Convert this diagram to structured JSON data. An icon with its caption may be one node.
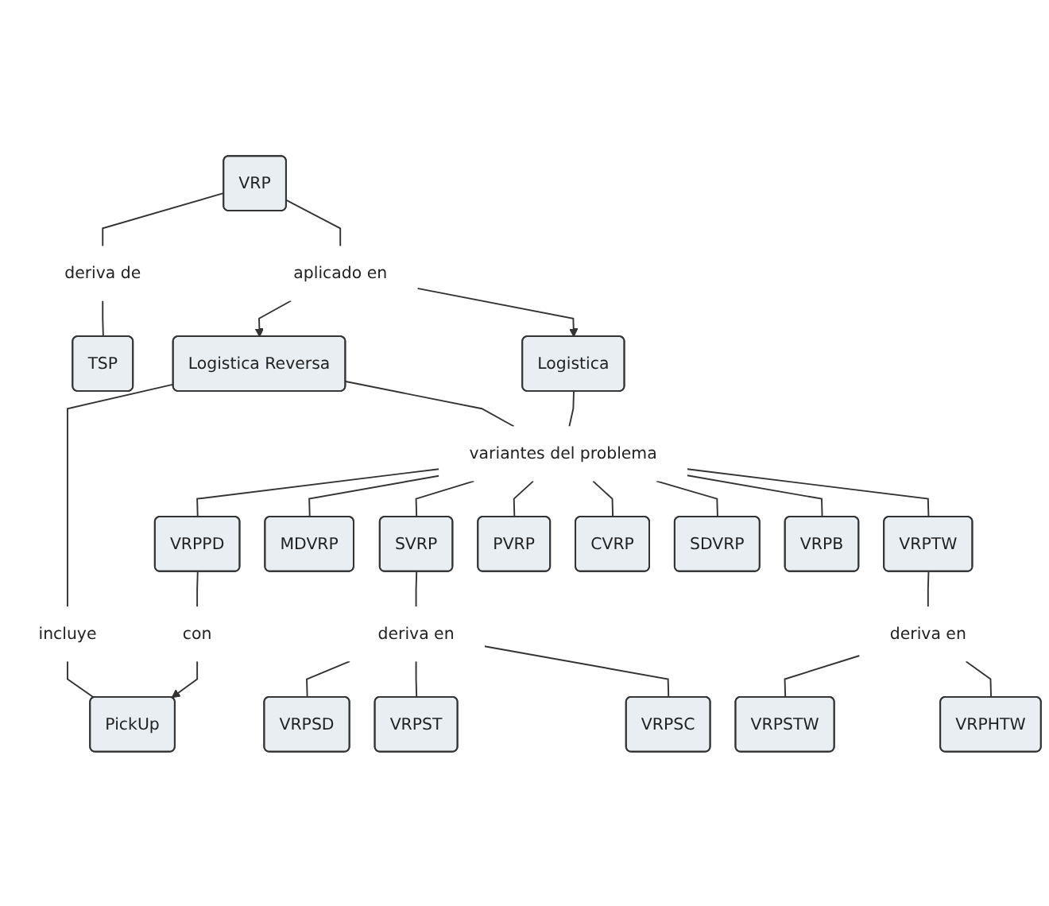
{
  "diagram": {
    "nodes": [
      {
        "text": [
          "VRP"
        ]
      },
      {
        "text": [
          "deriva de"
        ]
      },
      {
        "text": [
          "TSP"
        ]
      },
      {
        "text": [
          "aplicado en"
        ]
      },
      {
        "text": [
          "Logistica Reversa"
        ]
      },
      {
        "text": [
          "Logistica"
        ]
      },
      {
        "text": [
          "incluye"
        ]
      },
      {
        "text": [
          "variantes del problema"
        ]
      },
      {
        "text": [
          "PickUp"
        ]
      },
      {
        "text": [
          "con"
        ]
      },
      {
        "text": [
          "VRPPD"
        ]
      },
      {
        "text": [
          "SVRP"
        ]
      },
      {
        "text": [
          "MDVRP"
        ]
      },
      {
        "text": [
          "VRPTW"
        ]
      },
      {
        "text": [
          "PVRP"
        ]
      },
      {
        "text": [
          "CVRP"
        ]
      },
      {
        "text": [
          "SDVRP"
        ]
      },
      {
        "text": [
          "VRPB"
        ]
      },
      {
        "text": [
          "deriva en"
        ]
      },
      {
        "text": [
          "deriva en"
        ]
      },
      {
        "text": [
          "VRPSD"
        ]
      },
      {
        "text": [
          "VRPST"
        ]
      },
      {
        "text": [
          "VRPSTW"
        ]
      },
      {
        "text": [
          "VRPHTW"
        ]
      },
      {
        "text": [
          "VRPSC"
        ]
      }
    ],
    "edges": [
      {
        "from": 0,
        "to": 1,
        "arrow": "none"
      },
      {
        "from": 1,
        "to": 2,
        "arrow": "none"
      },
      {
        "from": 0,
        "to": 3,
        "arrow": "none"
      },
      {
        "from": 3,
        "to": 4,
        "arrow": "to"
      },
      {
        "from": 3,
        "to": 5,
        "arrow": "to"
      },
      {
        "from": 4,
        "to": 6,
        "arrow": "none"
      },
      {
        "from": 4,
        "to": 7,
        "arrow": "none"
      },
      {
        "from": 5,
        "to": 7,
        "arrow": "none"
      },
      {
        "from": 6,
        "to": 8,
        "arrow": "none"
      },
      {
        "from": 10,
        "to": 9,
        "arrow": "none"
      },
      {
        "from": 9,
        "to": 8,
        "arrow": "to"
      },
      {
        "from": 7,
        "to": 10,
        "arrow": "none"
      },
      {
        "from": 7,
        "to": 11,
        "arrow": "none"
      },
      {
        "from": 7,
        "to": 12,
        "arrow": "none"
      },
      {
        "from": 7,
        "to": 13,
        "arrow": "none"
      },
      {
        "from": 7,
        "to": 14,
        "arrow": "none"
      },
      {
        "from": 7,
        "to": 15,
        "arrow": "none"
      },
      {
        "from": 7,
        "to": 16,
        "arrow": "none"
      },
      {
        "from": 7,
        "to": 17,
        "arrow": "none"
      },
      {
        "from": 11,
        "to": 18,
        "arrow": "none"
      },
      {
        "from": 18,
        "to": 20,
        "arrow": "none"
      },
      {
        "from": 18,
        "to": 21,
        "arrow": "none"
      },
      {
        "from": 18,
        "to": 24,
        "arrow": "none"
      },
      {
        "from": 13,
        "to": 19,
        "arrow": "none"
      },
      {
        "from": 19,
        "to": 22,
        "arrow": "none"
      },
      {
        "from": 19,
        "to": 23,
        "arrow": "none"
      }
    ]
  }
}
